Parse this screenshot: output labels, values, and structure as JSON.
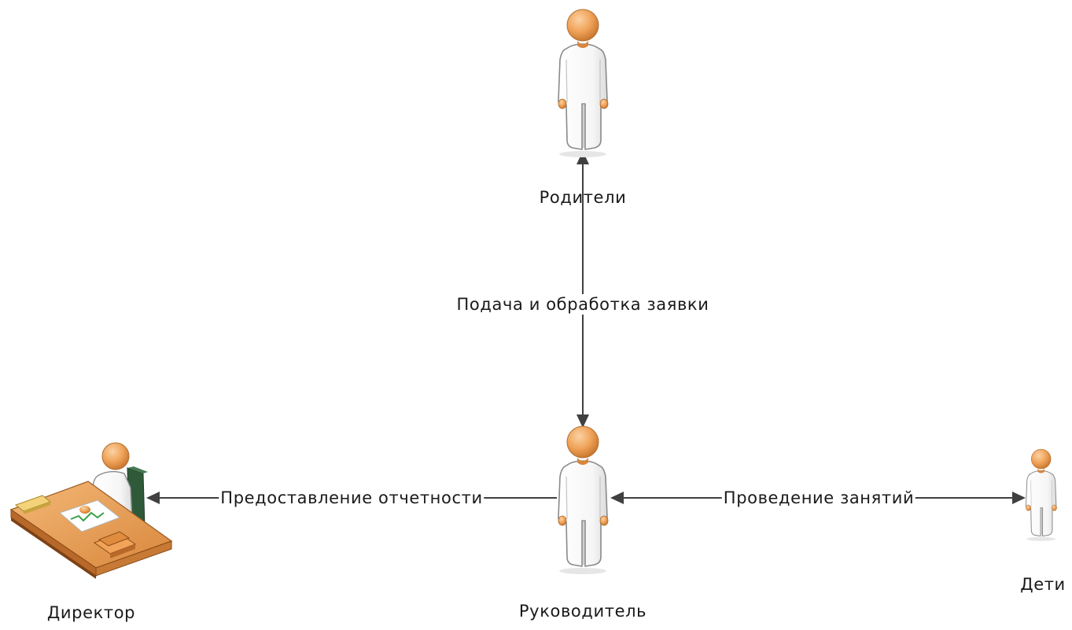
{
  "nodes": {
    "parents": {
      "label": "Родители",
      "icon": "person-icon"
    },
    "manager": {
      "label": "Руководитель",
      "icon": "person-icon"
    },
    "director": {
      "label": "Директор",
      "icon": "person-at-desk-icon"
    },
    "children": {
      "label": "Дети",
      "icon": "person-icon"
    }
  },
  "edges": {
    "manager_parents": {
      "label": "Подача и обработка заявки",
      "direction": "both"
    },
    "manager_director": {
      "label": "Предоставление отчетности",
      "direction": "to-director"
    },
    "manager_children": {
      "label": "Проведение занятий",
      "direction": "both"
    }
  },
  "colors": {
    "skin": "#f0a45a",
    "body": "#ffffff",
    "outline": "#8a8a8a",
    "desk": "#d98a3e",
    "line": "#404040"
  }
}
